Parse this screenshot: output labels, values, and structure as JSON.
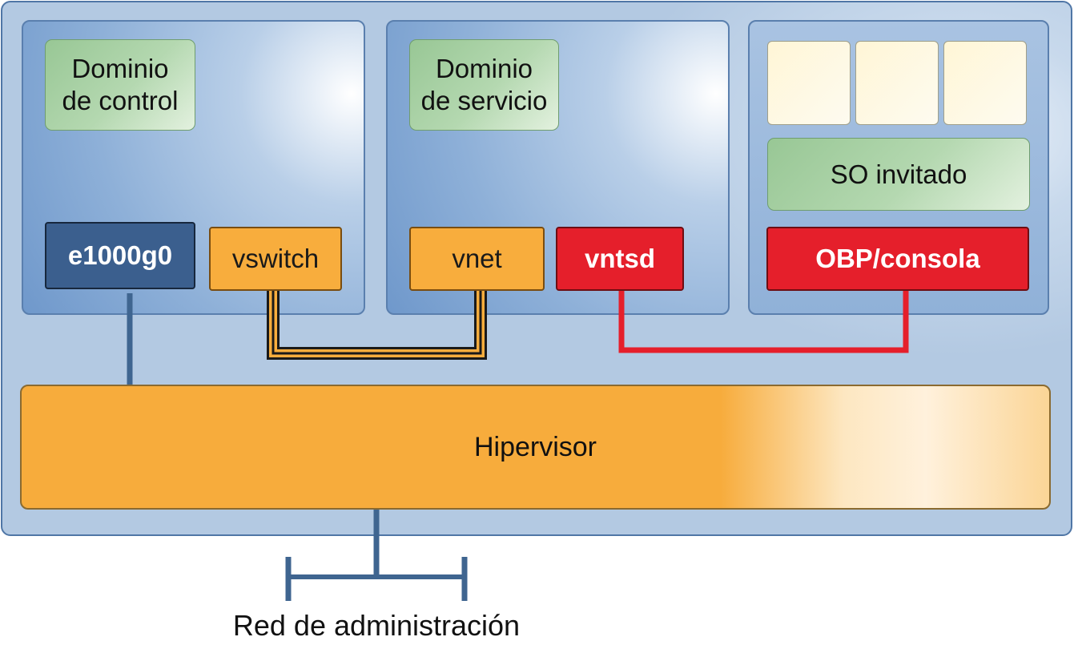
{
  "domains": {
    "control": {
      "label": "Dominio\nde control"
    },
    "service": {
      "label": "Dominio\nde servicio"
    },
    "guest": {
      "label": "SO invitado"
    }
  },
  "components": {
    "e1000g0": "e1000g0",
    "vswitch": "vswitch",
    "vnet": "vnet",
    "vntsd": "vntsd",
    "obp_console": "OBP/consola"
  },
  "hypervisor": "Hipervisor",
  "network_label": "Red de administración",
  "colors": {
    "orange": "#f8ad3d",
    "red": "#e51f2b",
    "navy": "#3b5f8e",
    "blue_line": "#3f6590",
    "green": "#98c795"
  }
}
